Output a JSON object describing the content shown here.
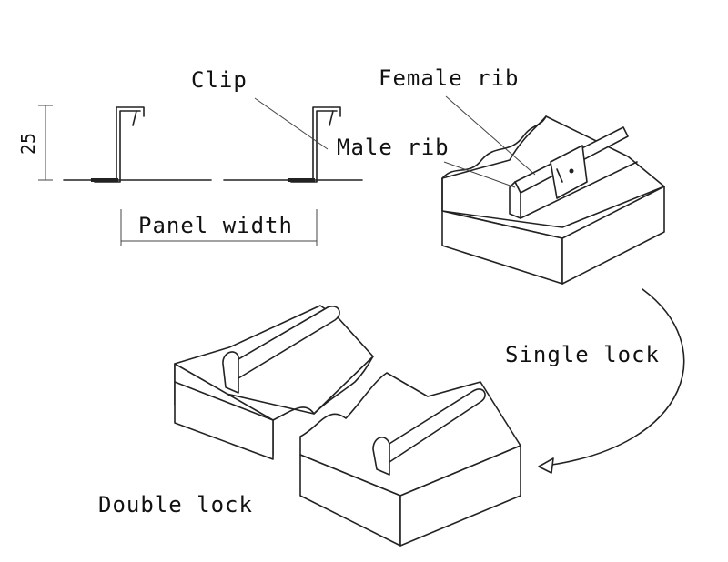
{
  "labels": {
    "clip": "Clip",
    "female_rib": "Female rib",
    "male_rib": "Male rib",
    "panel_width": "Panel width",
    "height_dim": "25",
    "single_lock": "Single lock",
    "double_lock": "Double lock"
  }
}
